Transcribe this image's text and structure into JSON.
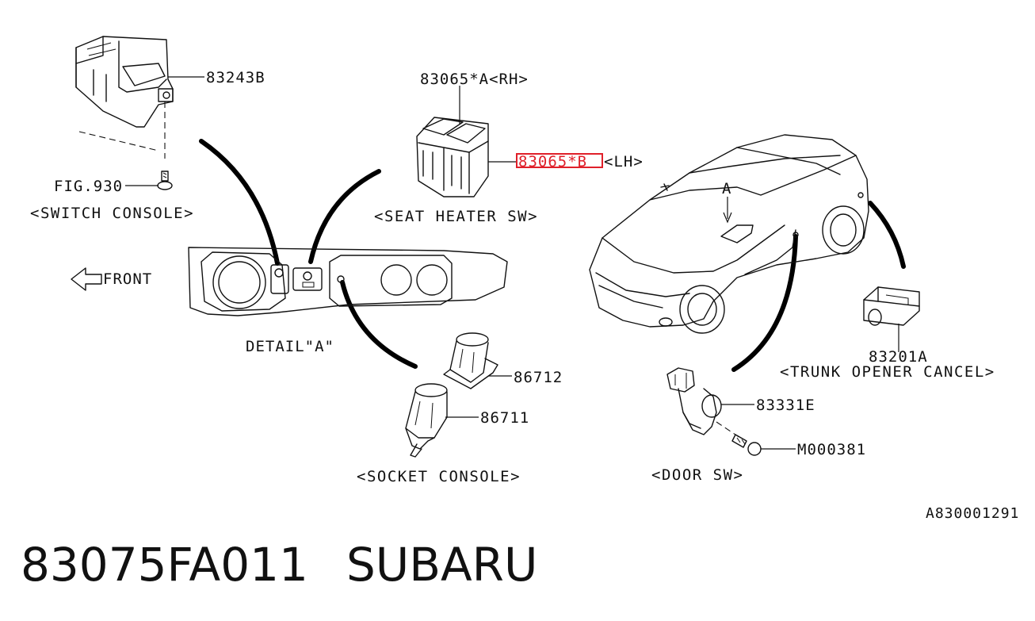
{
  "diagram": {
    "callouts": {
      "p83243B": "83243B",
      "fig930": "FIG.930",
      "switch_console": "<SWITCH CONSOLE>",
      "p83065A_rh": "83065*A<RH>",
      "p83065B": "83065*B",
      "lh": "<LH>",
      "seat_heater_sw": "<SEAT HEATER SW>",
      "front": "FRONT",
      "detail_a": "DETAIL\"A\"",
      "arrow_a": "A",
      "p86712": "86712",
      "p86711": "86711",
      "socket_console": "<SOCKET CONSOLE>",
      "p83201A": "83201A",
      "trunk_opener_cancel": "<TRUNK OPENER CANCEL>",
      "p83331E": "83331E",
      "m000381": "M000381",
      "door_sw": "<DOOR SW>",
      "drawing_code": "A830001291"
    },
    "highlight_color": "#e0202a"
  },
  "footer": {
    "part_number": "83075FA011",
    "brand": "SUBARU"
  }
}
